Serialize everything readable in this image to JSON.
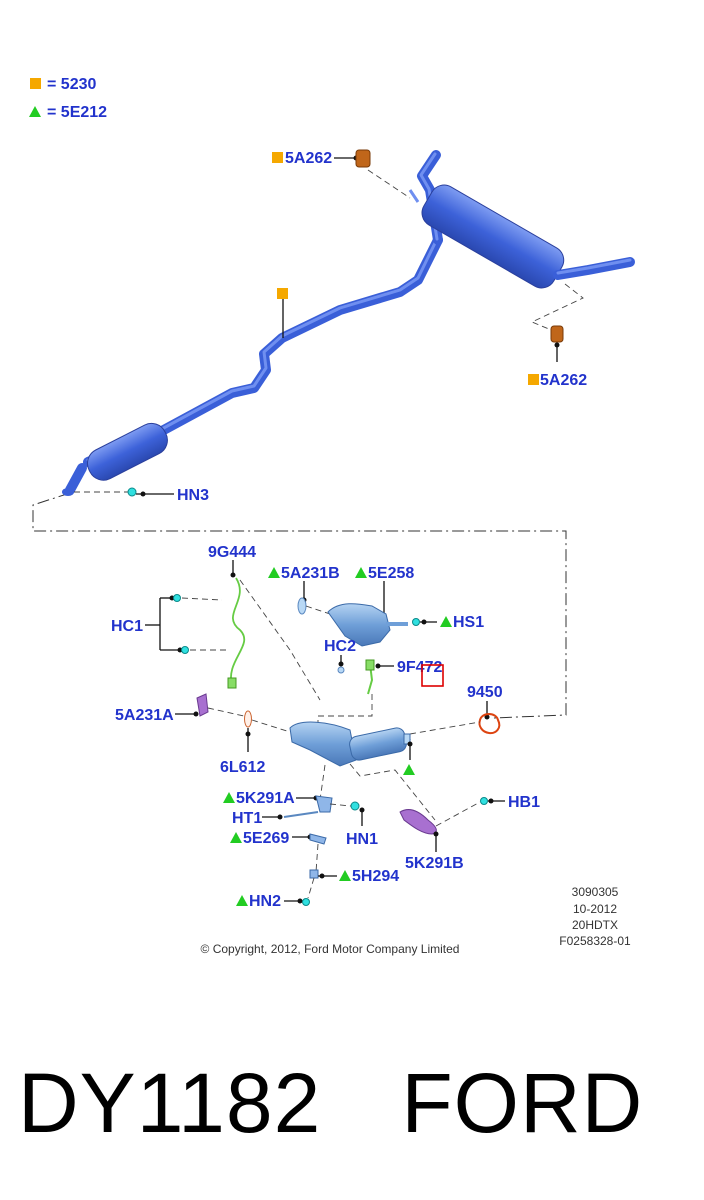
{
  "legend": [
    {
      "symbol": "square",
      "color": "#f5a800",
      "text": "= 5230"
    },
    {
      "symbol": "triangle",
      "color": "#22cc22",
      "text": "= 5E212"
    }
  ],
  "labels": {
    "a5a262_top": "5A262",
    "a5a262_right": "5A262",
    "hn3": "HN3",
    "g9g444": "9G444",
    "a5a231b": "5A231B",
    "e5e258": "5E258",
    "hc1": "HC1",
    "hs1": "HS1",
    "hc2": "HC2",
    "f9f472": "9F472",
    "n9450": "9450",
    "a5a231a": "5A231A",
    "l6l612": "6L612",
    "k5k291a": "5K291A",
    "ht1": "HT1",
    "e5e269": "5E269",
    "hn1": "HN1",
    "hb1": "HB1",
    "k5k291b": "5K291B",
    "h5h294": "5H294",
    "hn2": "HN2"
  },
  "meta": {
    "line1": "3090305",
    "line2": "10-2012",
    "line3": "20HDTX",
    "line4": "F0258328-01"
  },
  "copyright": "© Copyright, 2012, Ford Motor Company Limited",
  "part_number": "DY1182",
  "brand": "FORD",
  "colors": {
    "label": "#2233cc",
    "pipe": "#3a5fd8",
    "square_marker": "#f5a800",
    "triangle_marker": "#22cc22",
    "highlight_box": "#dd0000"
  }
}
